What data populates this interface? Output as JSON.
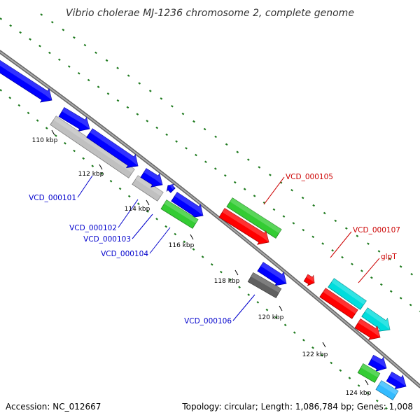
{
  "title": "Vibrio cholerae MJ-1236 chromosome 2, complete genome",
  "footer": {
    "accession": "Accession: NC_012667",
    "topology": "Topology: circular; Length: 1,086,784 bp; Genes: 1,008"
  },
  "colors": {
    "backbone": "#7a7a7a",
    "gc_marks": "#1e7a1e",
    "label_blue": "#0000cc",
    "label_red": "#cc0000",
    "blue": "#0000ff",
    "green": "#33cc33",
    "red": "#ff0000",
    "cyan": "#00dddd",
    "gray": "#c0c0c0",
    "darkgray": "#606060",
    "lightblue": "#33bbff"
  },
  "ticks": [
    "110 kbp",
    "112 kbp",
    "114 kbp",
    "116 kbp",
    "118 kbp",
    "120 kbp",
    "122 kbp",
    "124 kbp"
  ],
  "gene_labels": [
    {
      "text": "VCD_000101",
      "color": "blue"
    },
    {
      "text": "VCD_000102",
      "color": "blue"
    },
    {
      "text": "VCD_000103",
      "color": "blue"
    },
    {
      "text": "VCD_000104",
      "color": "blue"
    },
    {
      "text": "VCD_000105",
      "color": "red"
    },
    {
      "text": "VCD_000106",
      "color": "blue"
    },
    {
      "text": "VCD_000107",
      "color": "red"
    },
    {
      "text": "glpT",
      "color": "red"
    }
  ]
}
